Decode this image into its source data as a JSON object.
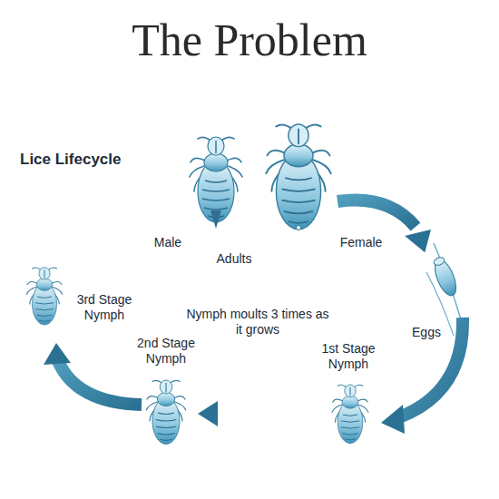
{
  "diagram": {
    "title": "The Problem",
    "labels": [
      "Lice Lifecycle",
      "Male",
      "Adults",
      "Female",
      "3rd Stage Nymph",
      "Nymph moults 3 times as it grows",
      "2nd Stage Nymph",
      "1st Stage Nymph",
      "Eggs"
    ]
  }
}
